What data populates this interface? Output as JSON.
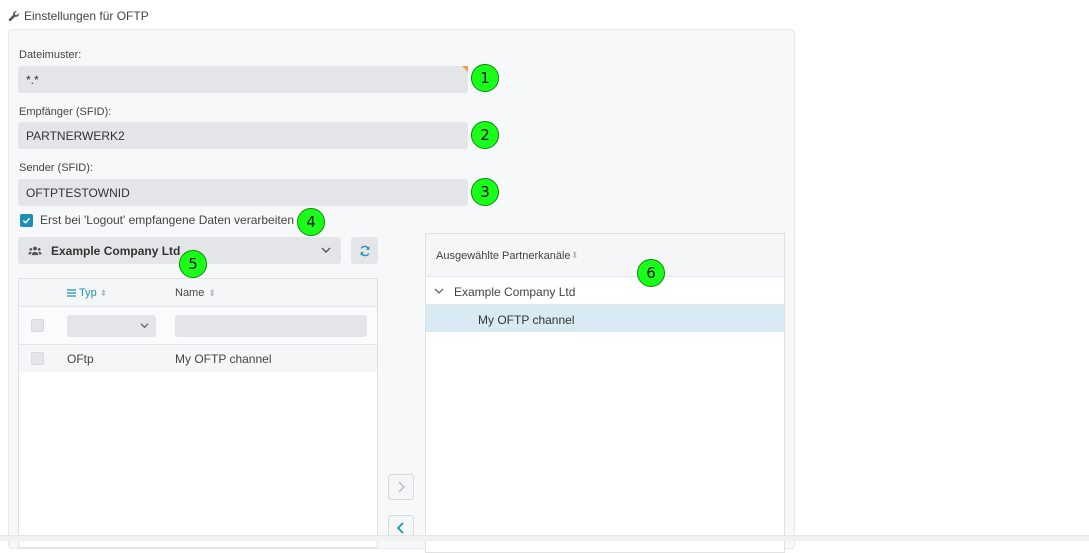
{
  "header": {
    "title": "Einstellungen für OFTP",
    "icon": "wrench-icon"
  },
  "form": {
    "file_pattern": {
      "label": "Dateimuster:",
      "value": "*.*"
    },
    "receiver": {
      "label": "Empfänger (SFID):",
      "value": "PARTNERWERK2"
    },
    "sender": {
      "label": "Sender (SFID):",
      "value": "OFTPTESTOWNID"
    },
    "logout_checkbox": {
      "label": "Erst bei 'Logout' empfangene Daten verarbeiten",
      "checked": true
    }
  },
  "company_select": {
    "value": "Example Company Ltd",
    "icon": "users-icon"
  },
  "left_table": {
    "columns": [
      "Typ",
      "Name"
    ],
    "rows": [
      {
        "typ": "OFtp",
        "name": "My OFTP channel"
      }
    ]
  },
  "right_table": {
    "header": "Ausgewählte Partnerkanäle",
    "group": "Example Company Ltd",
    "items": [
      "My OFTP channel"
    ]
  },
  "badges": [
    "1",
    "2",
    "3",
    "4",
    "5",
    "6"
  ],
  "colors": {
    "accent": "#1d8fb5",
    "badge": "#1aff1a",
    "selected_row": "#d8ebf2"
  }
}
